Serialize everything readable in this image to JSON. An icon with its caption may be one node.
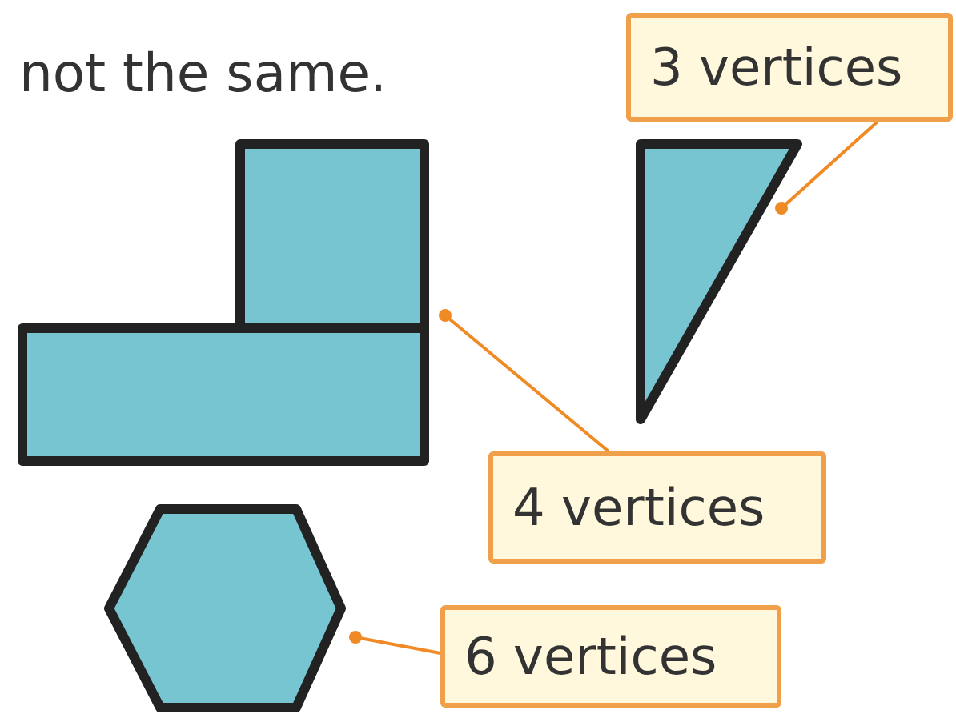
{
  "diagram": {
    "nodes": [
      {
        "text": [
          "3 vertices"
        ]
      },
      {
        "text": [],
        "shape": "triangle"
      },
      {
        "text": [
          "4 vertices"
        ]
      },
      {
        "text": [],
        "shape": "polygon"
      },
      {
        "text": [
          "6 vertices"
        ]
      },
      {
        "text": [],
        "shape": "hexagon"
      }
    ],
    "edges": [
      {
        "from": 0,
        "to": 1,
        "arrow": "other"
      },
      {
        "from": 2,
        "to": 3,
        "arrow": "other"
      },
      {
        "from": 4,
        "to": 5,
        "arrow": "other"
      }
    ],
    "labels": [
      "not the same."
    ]
  }
}
